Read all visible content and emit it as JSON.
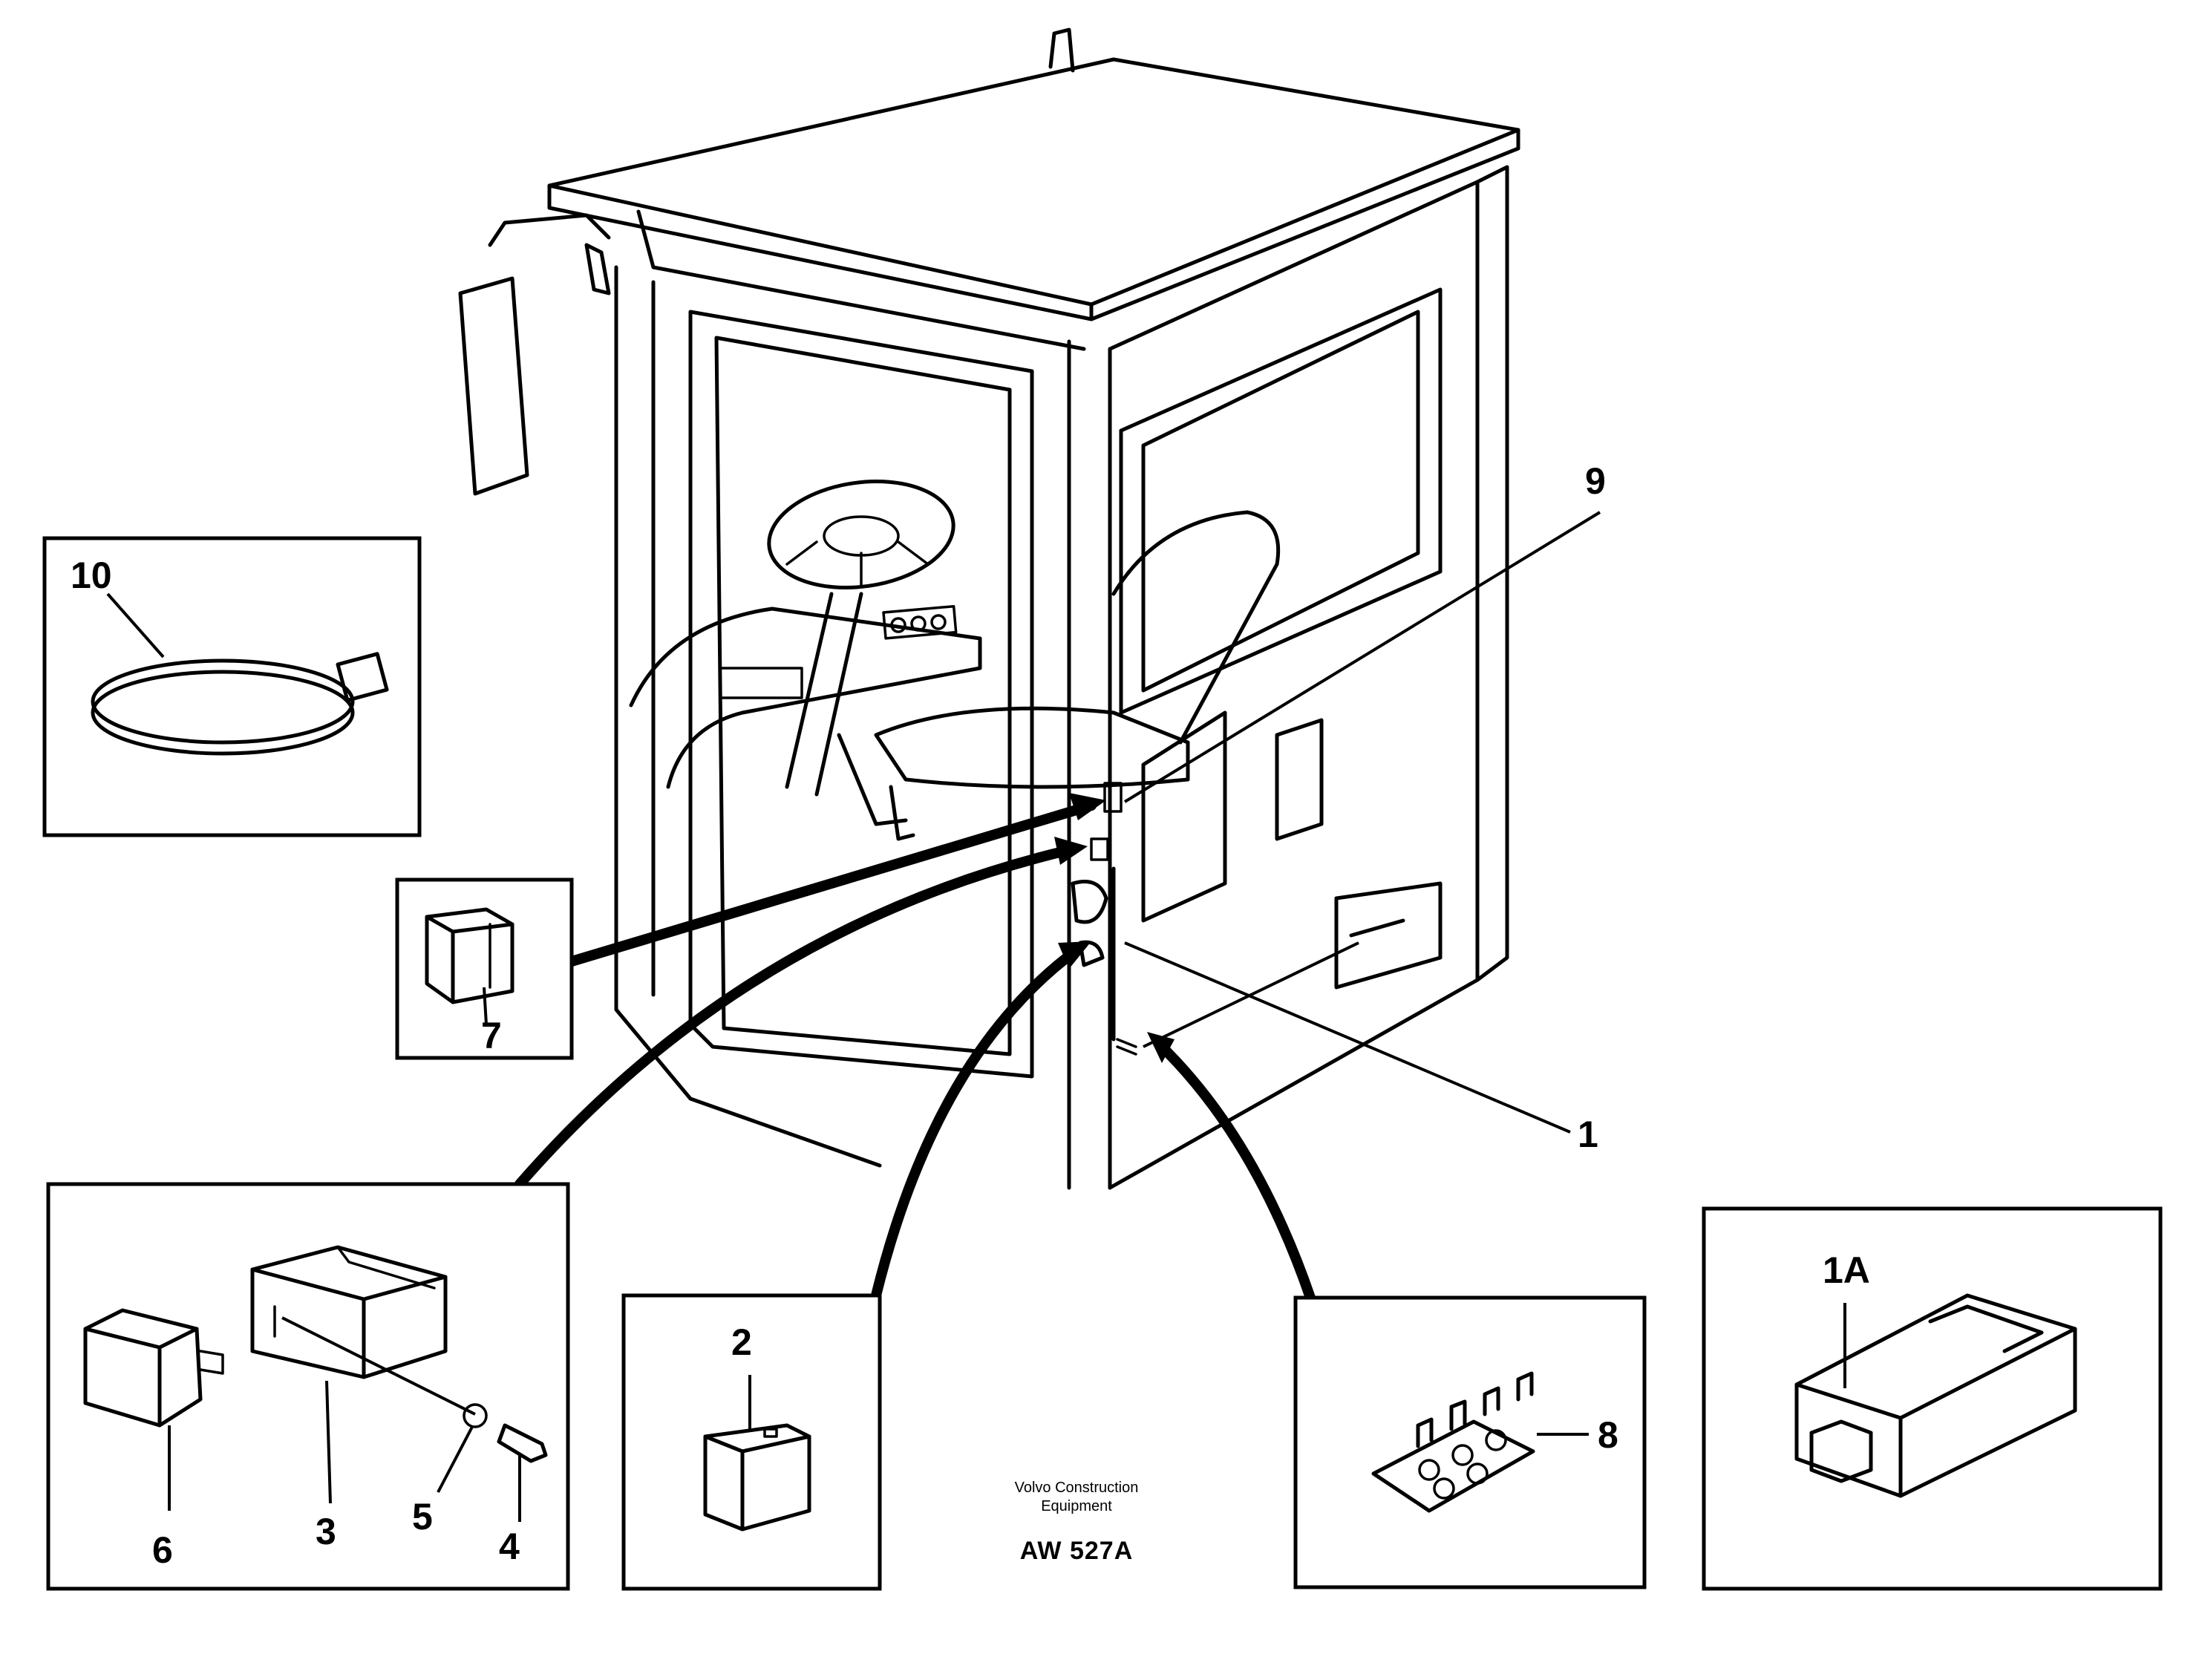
{
  "callouts": {
    "c1": "1",
    "c1a": "1A",
    "c2": "2",
    "c3": "3",
    "c4": "4",
    "c5": "5",
    "c6": "6",
    "c7": "7",
    "c8": "8",
    "c9": "9",
    "c10": "10"
  },
  "caption": {
    "company_line1": "Volvo Construction",
    "company_line2": "Equipment",
    "drawing_code": "AW 527A"
  }
}
